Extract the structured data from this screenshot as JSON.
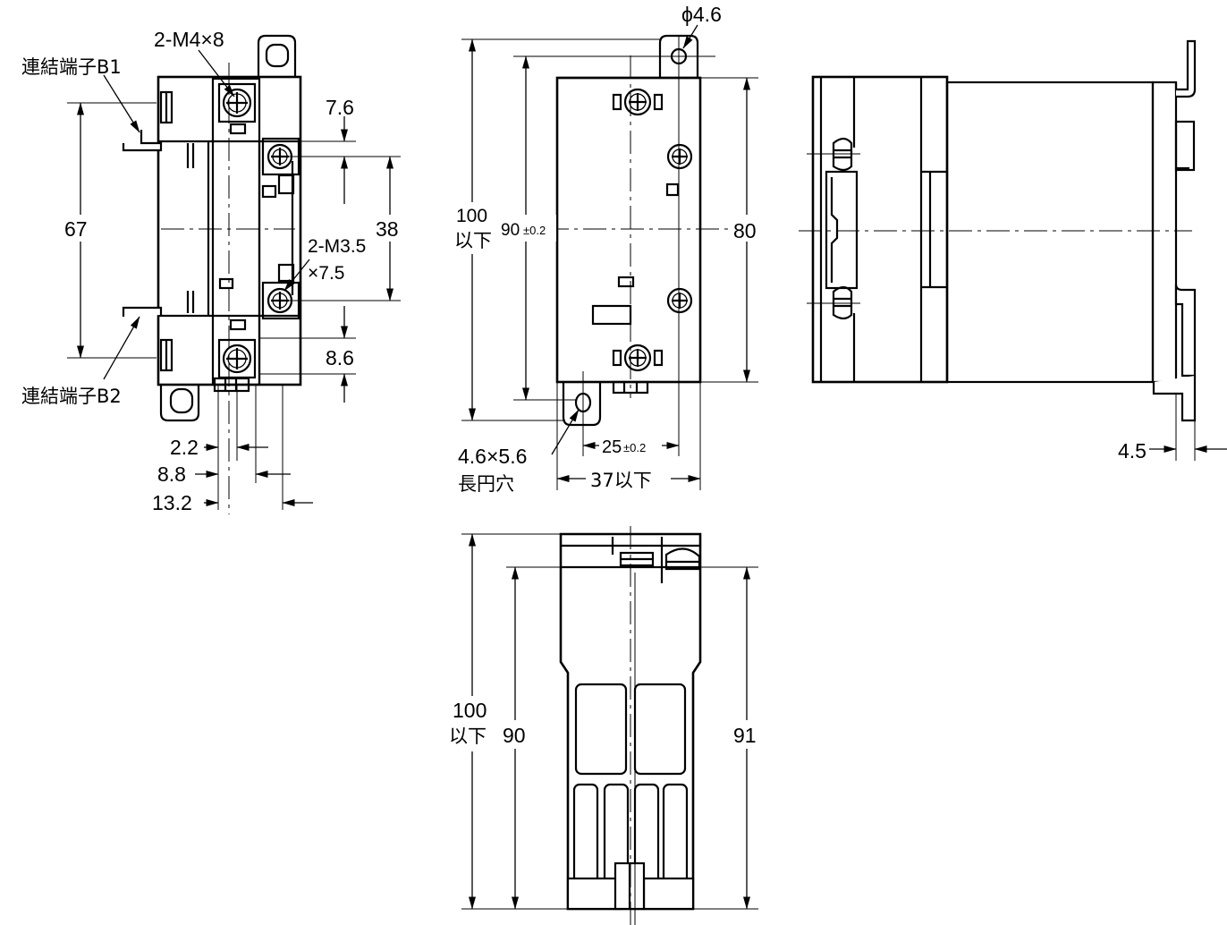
{
  "labels": {
    "connecting_terminal_b1": "連結端子B1",
    "connecting_terminal_b2": "連結端子B2",
    "screw_m4": "2-M4×8",
    "screw_m35_line1": "2-M3.5",
    "screw_m35_line2": "×7.5",
    "phi_hole": "ϕ4.6",
    "slot_line1": "4.6×5.6",
    "slot_line2": "長円穴"
  },
  "dimensions": {
    "d_67": "67",
    "d_7_6": "7.6",
    "d_38": "38",
    "d_8_6": "8.6",
    "d_2_2": "2.2",
    "d_8_8": "8.8",
    "d_13_2": "13.2",
    "d_100": "100",
    "d_100_suffix": "以下",
    "d_90": "90",
    "d_90_tol": "±0.2",
    "d_80": "80",
    "d_25": "25",
    "d_25_tol": "±0.2",
    "d_37": "37以下",
    "d_4_5": "4.5",
    "d_100b": "100",
    "d_100b_suffix": "以下",
    "d_90b": "90",
    "d_91": "91"
  }
}
